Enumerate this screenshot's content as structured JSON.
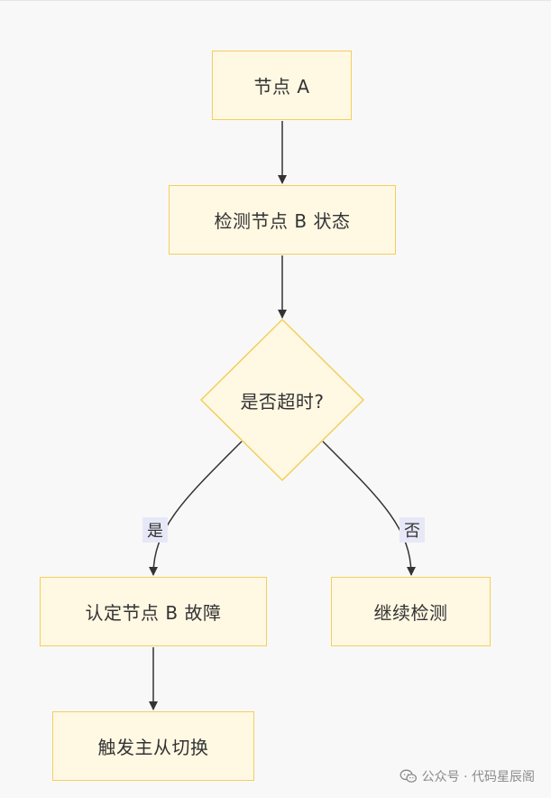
{
  "flowchart": {
    "nodes": {
      "node_a": "节点 A",
      "check_b": "检测节点 B 状态",
      "decision": "是否超时?",
      "confirm_fault": "认定节点 B 故障",
      "continue_check": "继续检测",
      "switchover": "触发主从切换"
    },
    "edge_labels": {
      "yes": "是",
      "no": "否"
    }
  },
  "watermark": {
    "icon": "wechat-icon",
    "text": "公众号 · 代码星辰阁"
  },
  "colors": {
    "node_fill": "#fff8e3",
    "node_border": "#f3cf5c",
    "edge": "#333333",
    "edge_label_bg": "#e7e8f7",
    "background": "#f8f8f8"
  }
}
